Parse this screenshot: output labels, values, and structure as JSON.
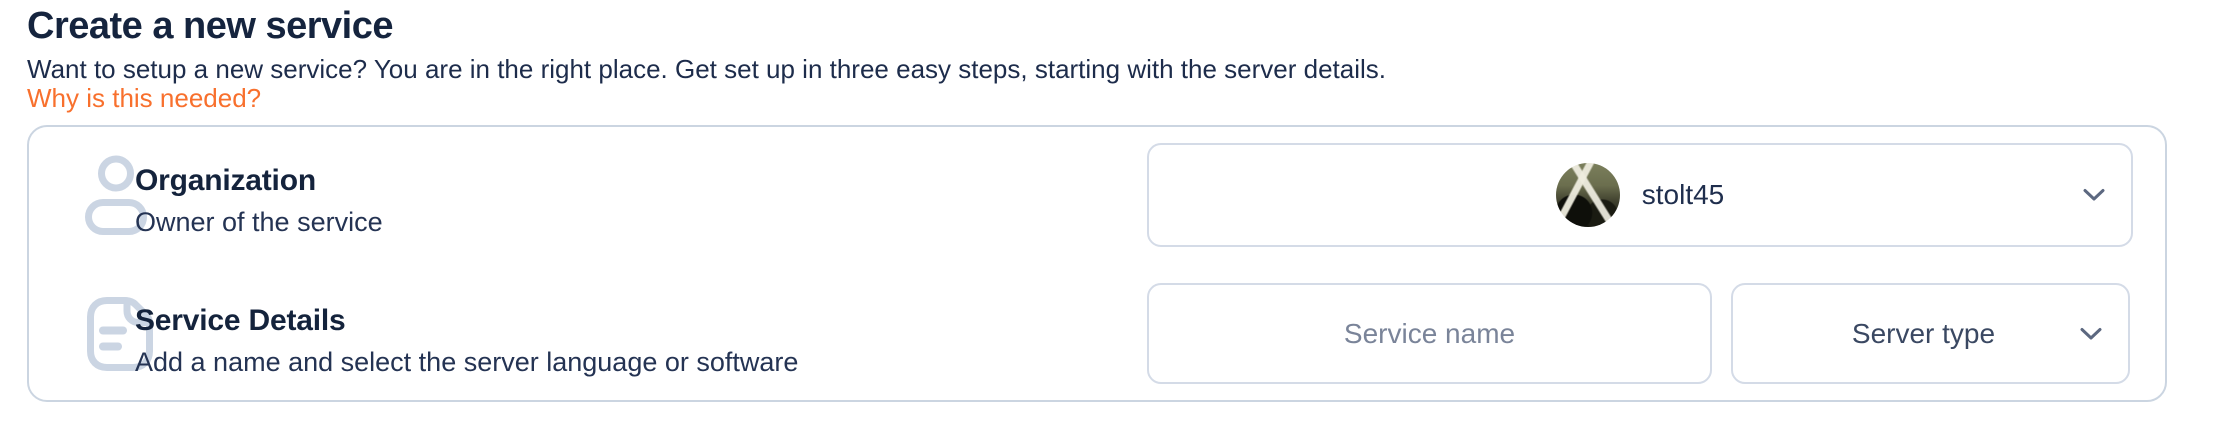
{
  "header": {
    "title": "Create a new service",
    "subtitle": "Want to setup a new service? You are in the right place. Get set up in three easy steps, starting with the server details.",
    "help_link_label": "Why is this needed?"
  },
  "form": {
    "organization": {
      "title": "Organization",
      "description": "Owner of the service",
      "icon": "person-icon",
      "selected_value": "stolt45",
      "avatar": "avatar-stolt45",
      "chevron_icon": "chevron-down-icon"
    },
    "service_details": {
      "title": "Service Details",
      "description": "Add a name and select the server language or software",
      "icon": "document-icon",
      "service_name_placeholder": "Service name",
      "server_type_label": "Server type",
      "chevron_icon": "chevron-down-icon"
    }
  },
  "colors": {
    "accent_orange": "#F8702D",
    "text_navy": "#15243E",
    "card_border": "#CBD5E1",
    "field_border": "#D4DBE7",
    "icon_gray": "#CBD5E3",
    "placeholder_gray": "#7A8499"
  }
}
